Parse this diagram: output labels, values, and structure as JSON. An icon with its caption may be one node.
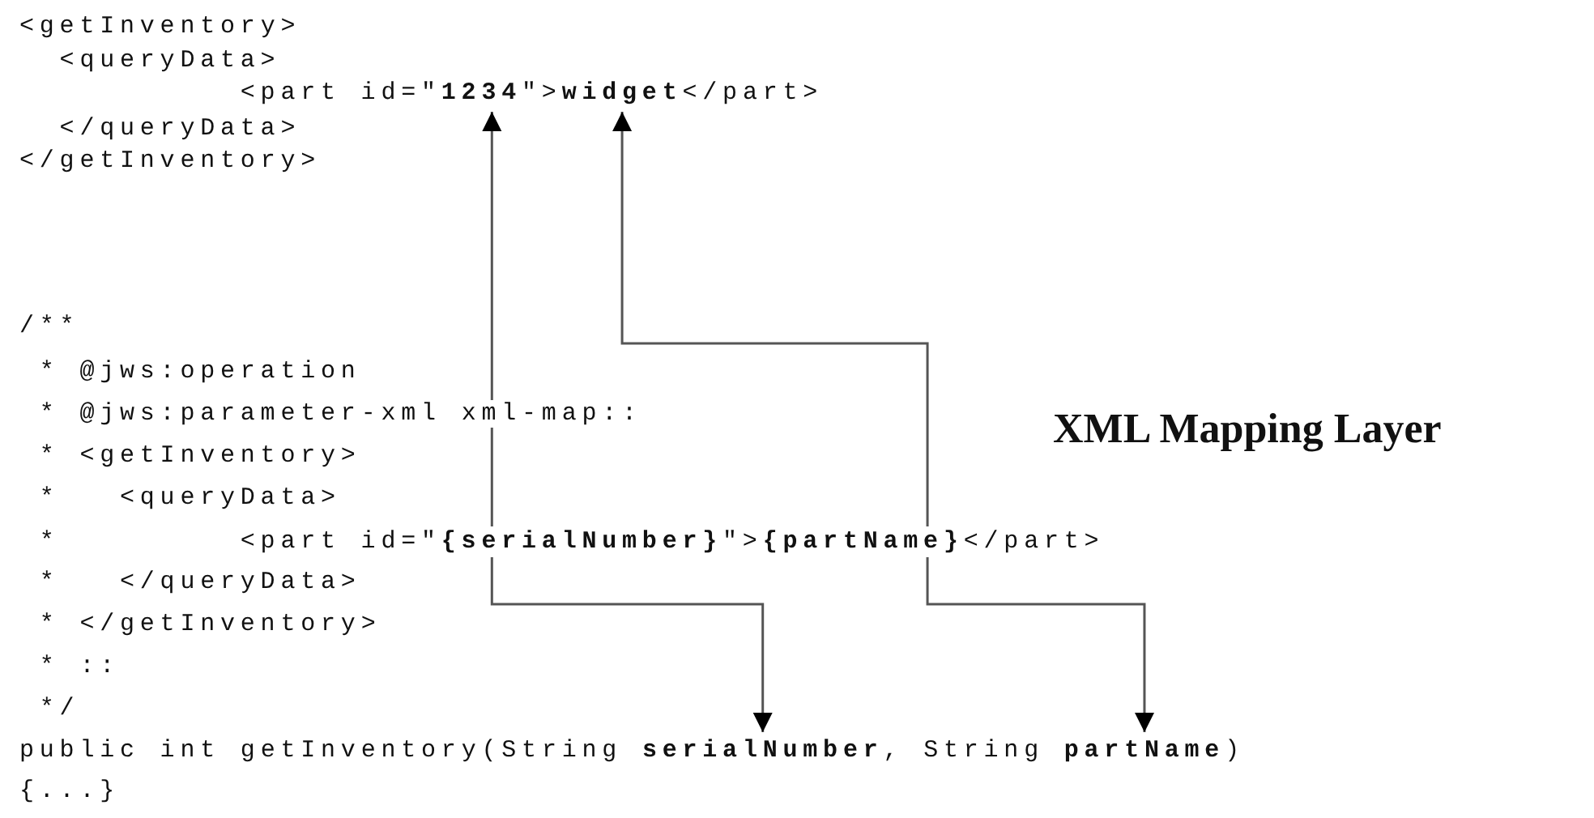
{
  "diagram": {
    "title": "XML Mapping Layer",
    "nodes": [
      {
        "text": [
          "1234"
        ]
      },
      {
        "text": [
          "widget"
        ]
      },
      {
        "text": [
          "{serialNumber}"
        ]
      },
      {
        "text": [
          "{partName}"
        ]
      },
      {
        "text": [
          "serialNumber"
        ]
      },
      {
        "text": [
          "partName"
        ]
      }
    ],
    "edges": [
      {
        "from": 2,
        "to": 0,
        "arrow": "to"
      },
      {
        "from": 3,
        "to": 1,
        "arrow": "to"
      },
      {
        "from": 2,
        "to": 4,
        "arrow": "to"
      },
      {
        "from": 3,
        "to": 5,
        "arrow": "to"
      }
    ],
    "labels": [
      "<getInventory>",
      "<queryData>",
      "<part id=\"",
      "\">",
      "</part>",
      "</queryData>",
      "</getInventory>",
      "/**",
      "* @jws:operation",
      "* @jws:parameter-xml xml-map::",
      "* <getInventory>",
      "*   <queryData>",
      "*",
      "<part id=\"",
      "\">",
      "</part>",
      "*   </queryData>",
      "* </getInventory>",
      "* ::",
      "*/",
      "public int getInventory(String",
      ",",
      "String",
      ")",
      "{...}"
    ]
  }
}
